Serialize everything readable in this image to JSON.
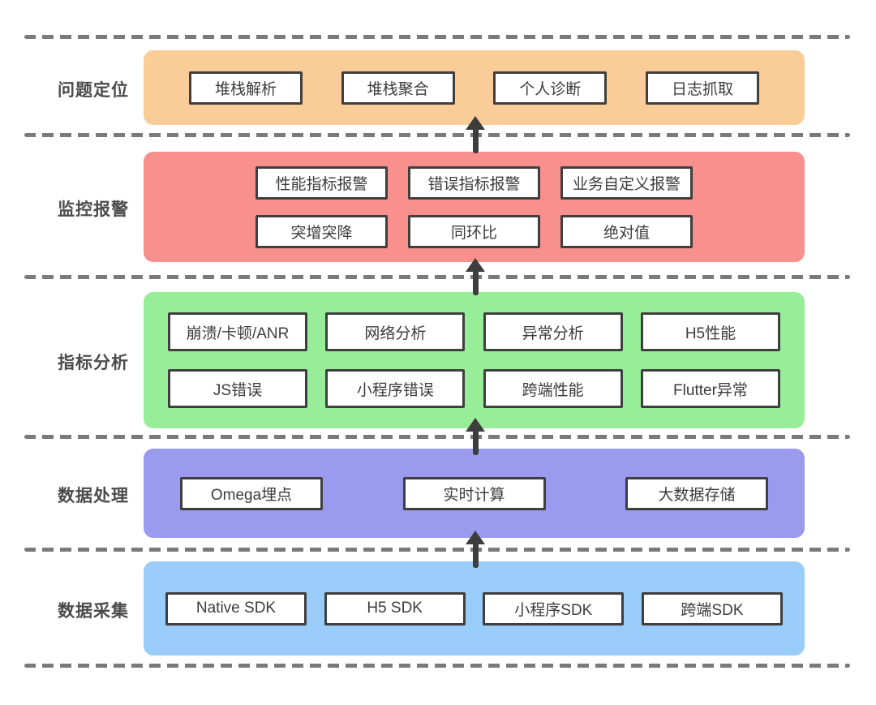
{
  "layers": [
    {
      "label": "问题定位",
      "color": "#FACD98",
      "rows": [
        [
          "堆栈解析",
          "堆栈聚合",
          "个人诊断",
          "日志抓取"
        ]
      ]
    },
    {
      "label": "监控报警",
      "color": "#F8908E",
      "rows": [
        [
          "性能指标报警",
          "错误指标报警",
          "业务自定义报警"
        ],
        [
          "突增突降",
          "同环比",
          "绝对值"
        ]
      ]
    },
    {
      "label": "指标分析",
      "color": "#98EE98",
      "rows": [
        [
          "崩溃/卡顿/ANR",
          "网络分析",
          "异常分析",
          "H5性能"
        ],
        [
          "JS错误",
          "小程序错误",
          "跨端性能",
          "Flutter异常"
        ]
      ]
    },
    {
      "label": "数据处理",
      "color": "#9A9AEE",
      "rows": [
        [
          "Omega埋点",
          "实时计算",
          "大数据存储"
        ]
      ]
    },
    {
      "label": "数据采集",
      "color": "#99CCF8",
      "rows": [
        [
          "Native SDK",
          "H5 SDK",
          "小程序SDK",
          "跨端SDK"
        ]
      ]
    }
  ],
  "styles": {
    "divider_color": "#7a7a7a",
    "arrow_color": "#3d3d3d",
    "box_border_color": "#3f3f3f"
  }
}
